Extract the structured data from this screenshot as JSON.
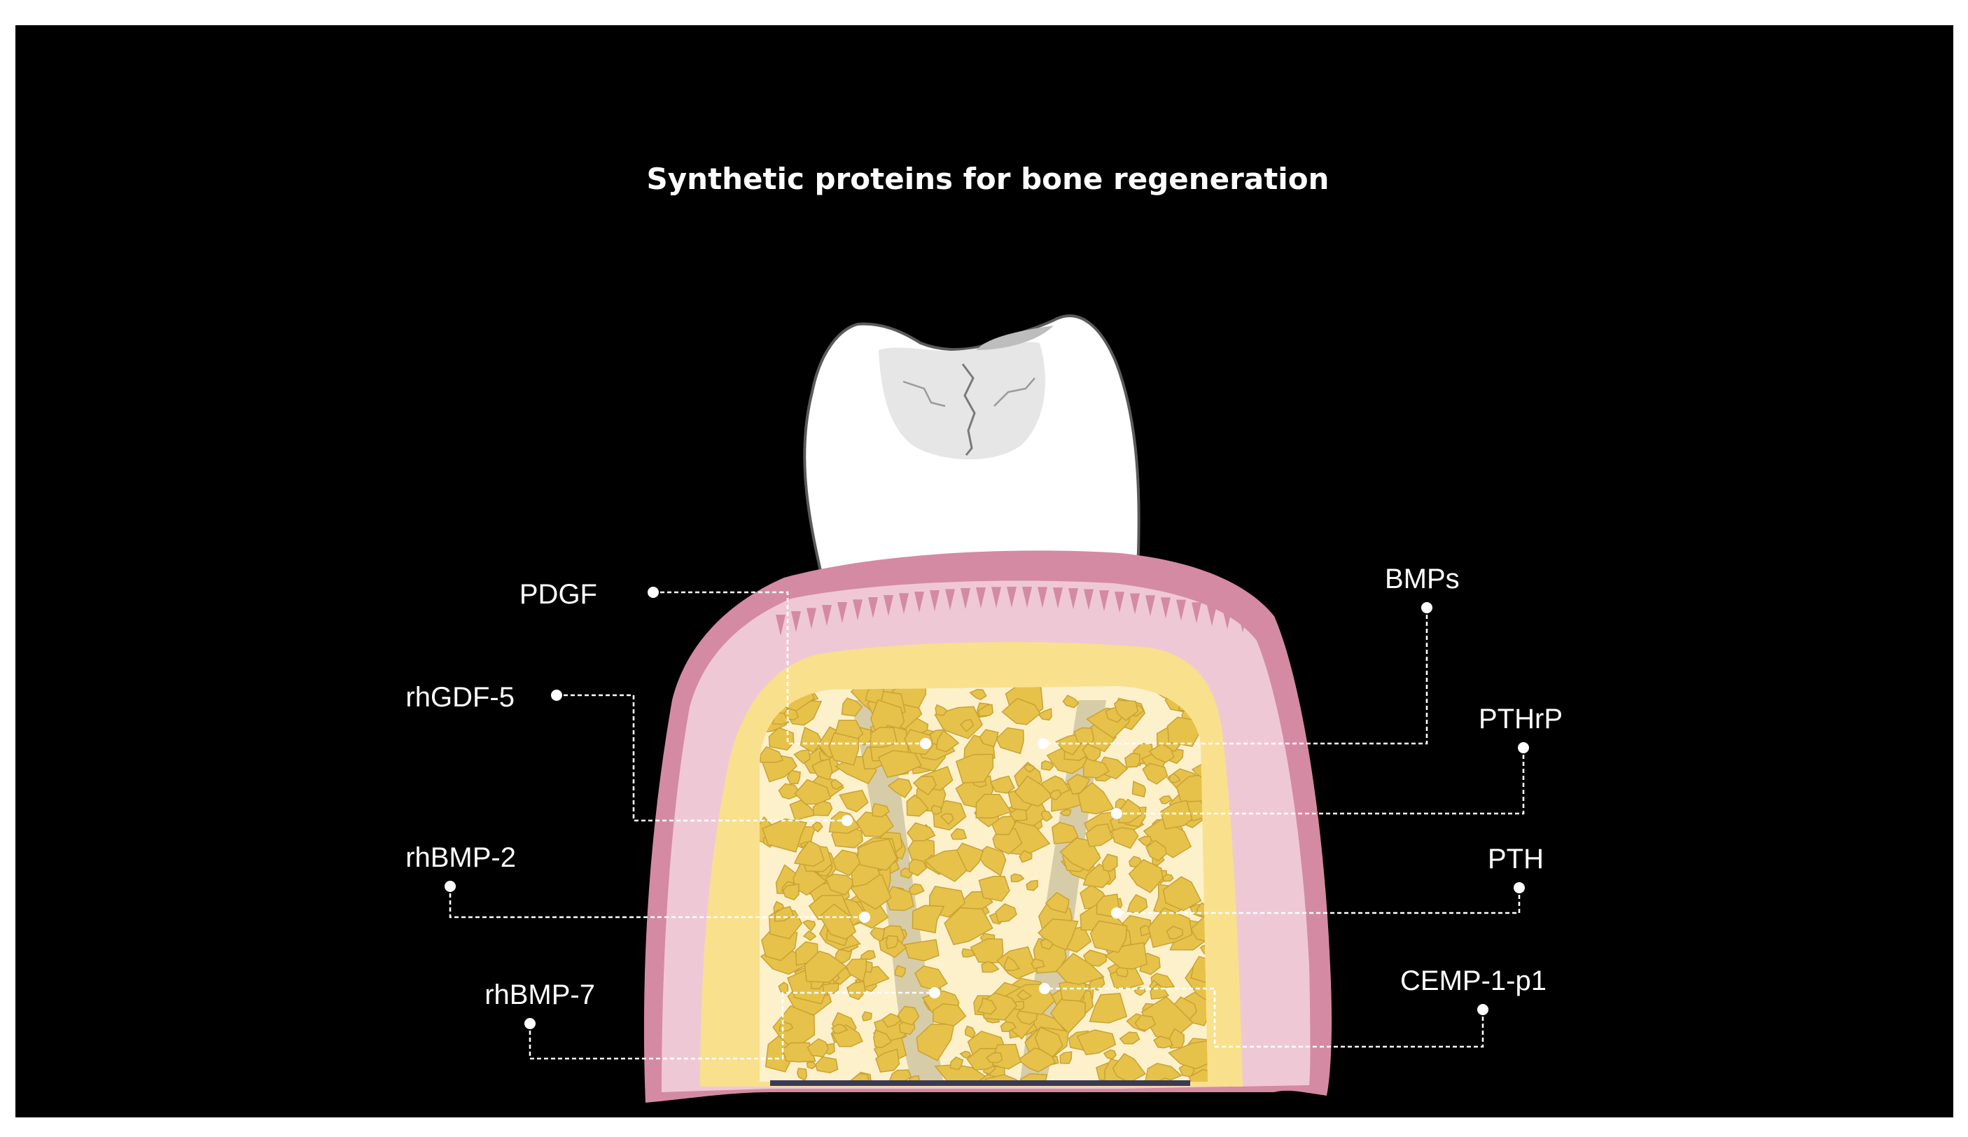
{
  "title": "Synthetic proteins for bone regeneration",
  "labels": {
    "pdgf": "PDGF",
    "rhgdf5": "rhGDF-5",
    "rhbmp2": "rhBMP-2",
    "rhbmp7": "rhBMP-7",
    "bmps": "BMPs",
    "pthrp": "PTHrP",
    "pth": "PTH",
    "cemp": "CEMP-1-p1"
  },
  "colors": {
    "background": "#000000",
    "frame": "#ffffff",
    "gingiva_outer": "#d48aa2",
    "gingiva_inner": "#efc8d6",
    "cortical_bone": "#f9e08c",
    "cancellous_bone": "#fdf1cc",
    "trabeculae": "#e6c24a",
    "tooth": "#ffffff",
    "tooth_outline": "#555555",
    "annotation": "#ffffff"
  }
}
